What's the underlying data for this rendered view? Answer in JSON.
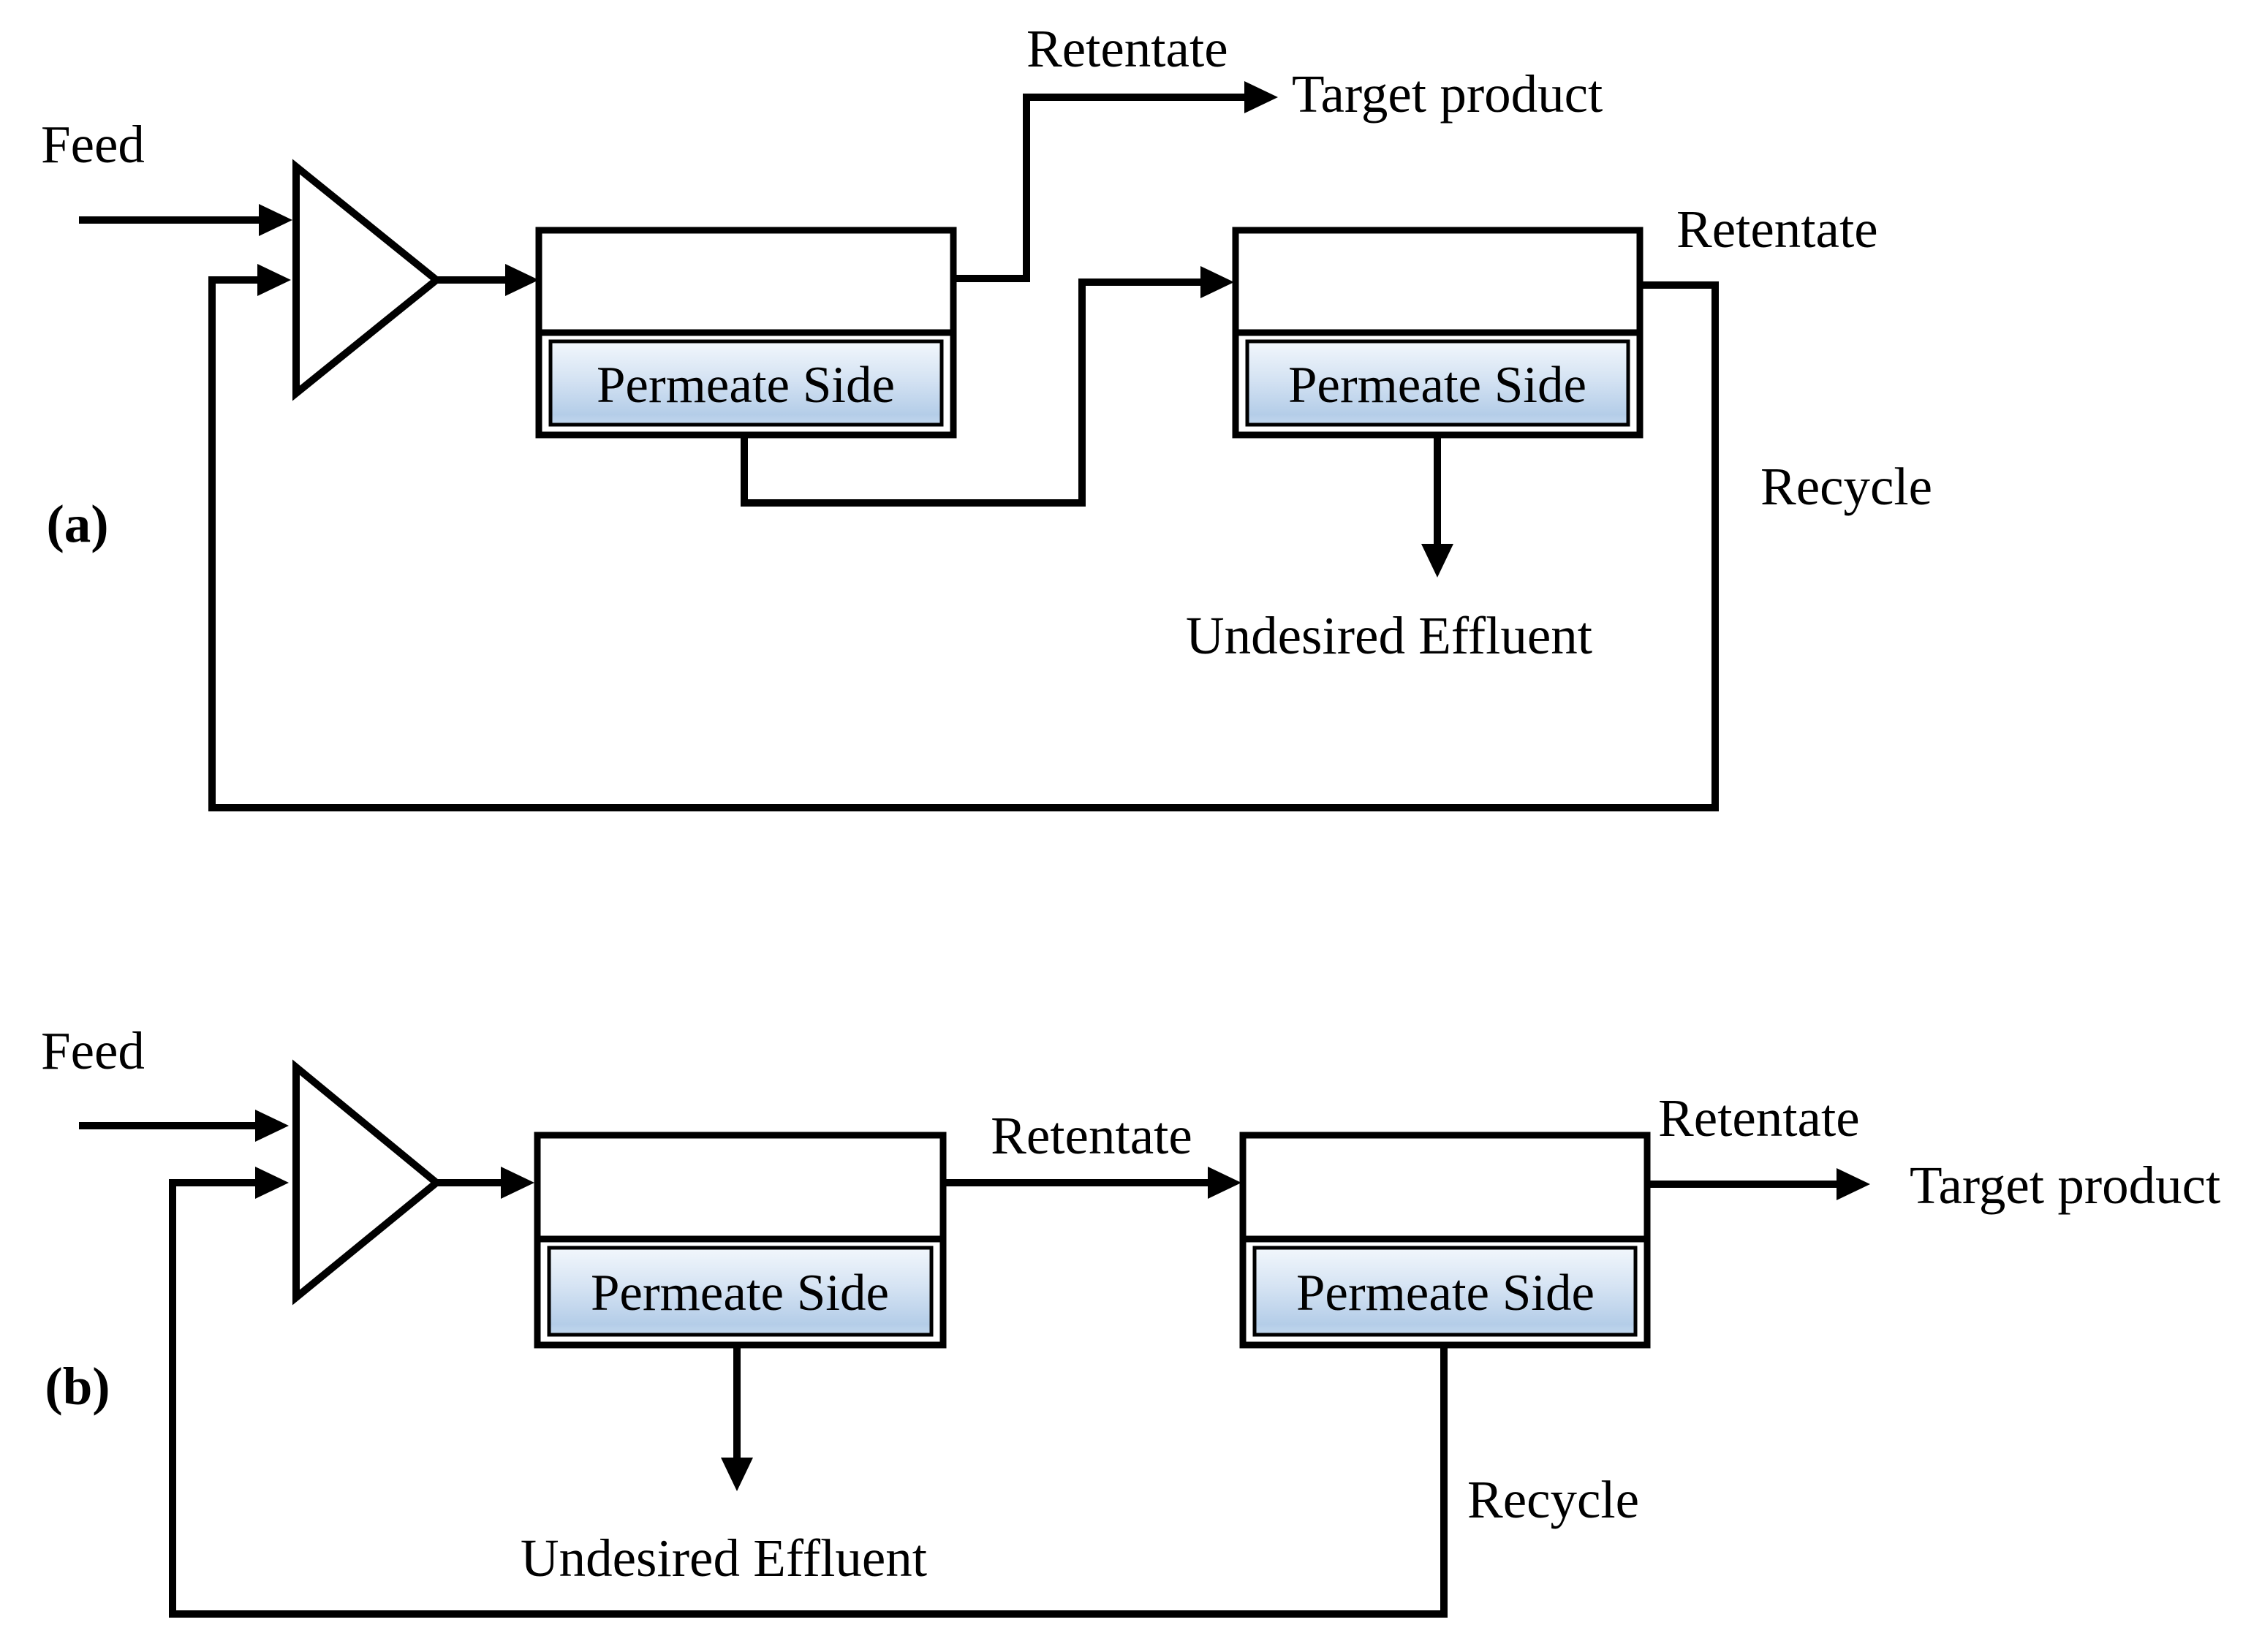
{
  "colors": {
    "line": "#000000",
    "module_fill": "#ffffff",
    "permeate_gradient_top": "#f0f6fb",
    "permeate_gradient_mid": "#d5e3f3",
    "permeate_gradient_bottom": "#b4cde8",
    "background": "#ffffff"
  },
  "panel_a": {
    "label": "(a)",
    "feed_label": "Feed",
    "stage1_permeate_label": "Permeate Side",
    "stage2_permeate_label": "Permeate Side",
    "retentate_to_product_label": "Retentate",
    "target_product_label": "Target product",
    "stage2_retentate_label": "Retentate",
    "recycle_label": "Recycle",
    "undesired_effluent_label": "Undesired Effluent"
  },
  "panel_b": {
    "label": "(b)",
    "feed_label": "Feed",
    "stage1_permeate_label": "Permeate Side",
    "stage2_permeate_label": "Permeate Side",
    "interstage_retentate_label": "Retentate",
    "stage2_retentate_label": "Retentate",
    "target_product_label": "Target product",
    "recycle_label": "Recycle",
    "undesired_effluent_label": "Undesired Effluent"
  }
}
